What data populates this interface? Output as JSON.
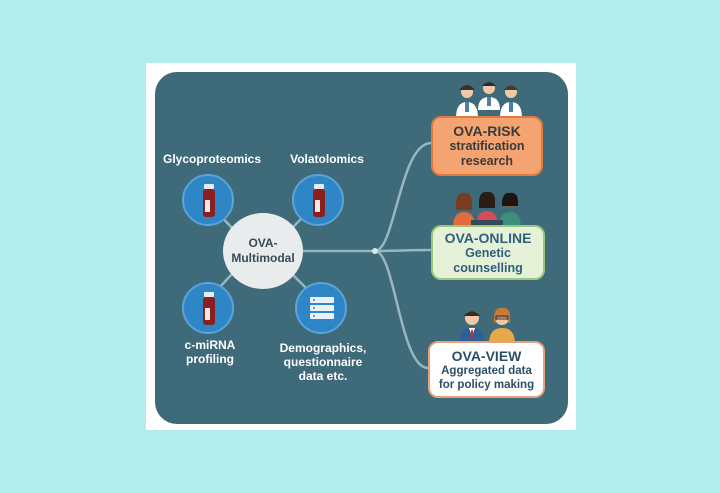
{
  "hub": {
    "label": "OVA-\nMultimodal"
  },
  "sources": [
    {
      "label": "Glycoproteomics",
      "icon": "blood-tube-icon"
    },
    {
      "label": "Volatolomics",
      "icon": "blood-tube-icon"
    },
    {
      "label": "c-miRNA\nprofiling",
      "icon": "blood-tube-icon"
    },
    {
      "label": "Demographics,\nquestionnaire\ndata etc.",
      "icon": "server-stack-icon"
    }
  ],
  "outputs": [
    {
      "title": "OVA-RISK",
      "subtitle": "stratification\nresearch",
      "icon": "clinicians-group-icon"
    },
    {
      "title": "OVA-ONLINE",
      "subtitle": "Genetic\ncounselling",
      "icon": "counselling-group-icon"
    },
    {
      "title": "OVA-VIEW",
      "subtitle": "Aggregated data\nfor policy making",
      "icon": "policy-makers-icon"
    }
  ],
  "colors": {
    "background": "#b2eced",
    "panel": "#3e6a7a",
    "node_fill": "#2f86c6",
    "risk_box": "#f4a470",
    "online_box": "#e6f2d8",
    "view_box": "#ffffff"
  }
}
